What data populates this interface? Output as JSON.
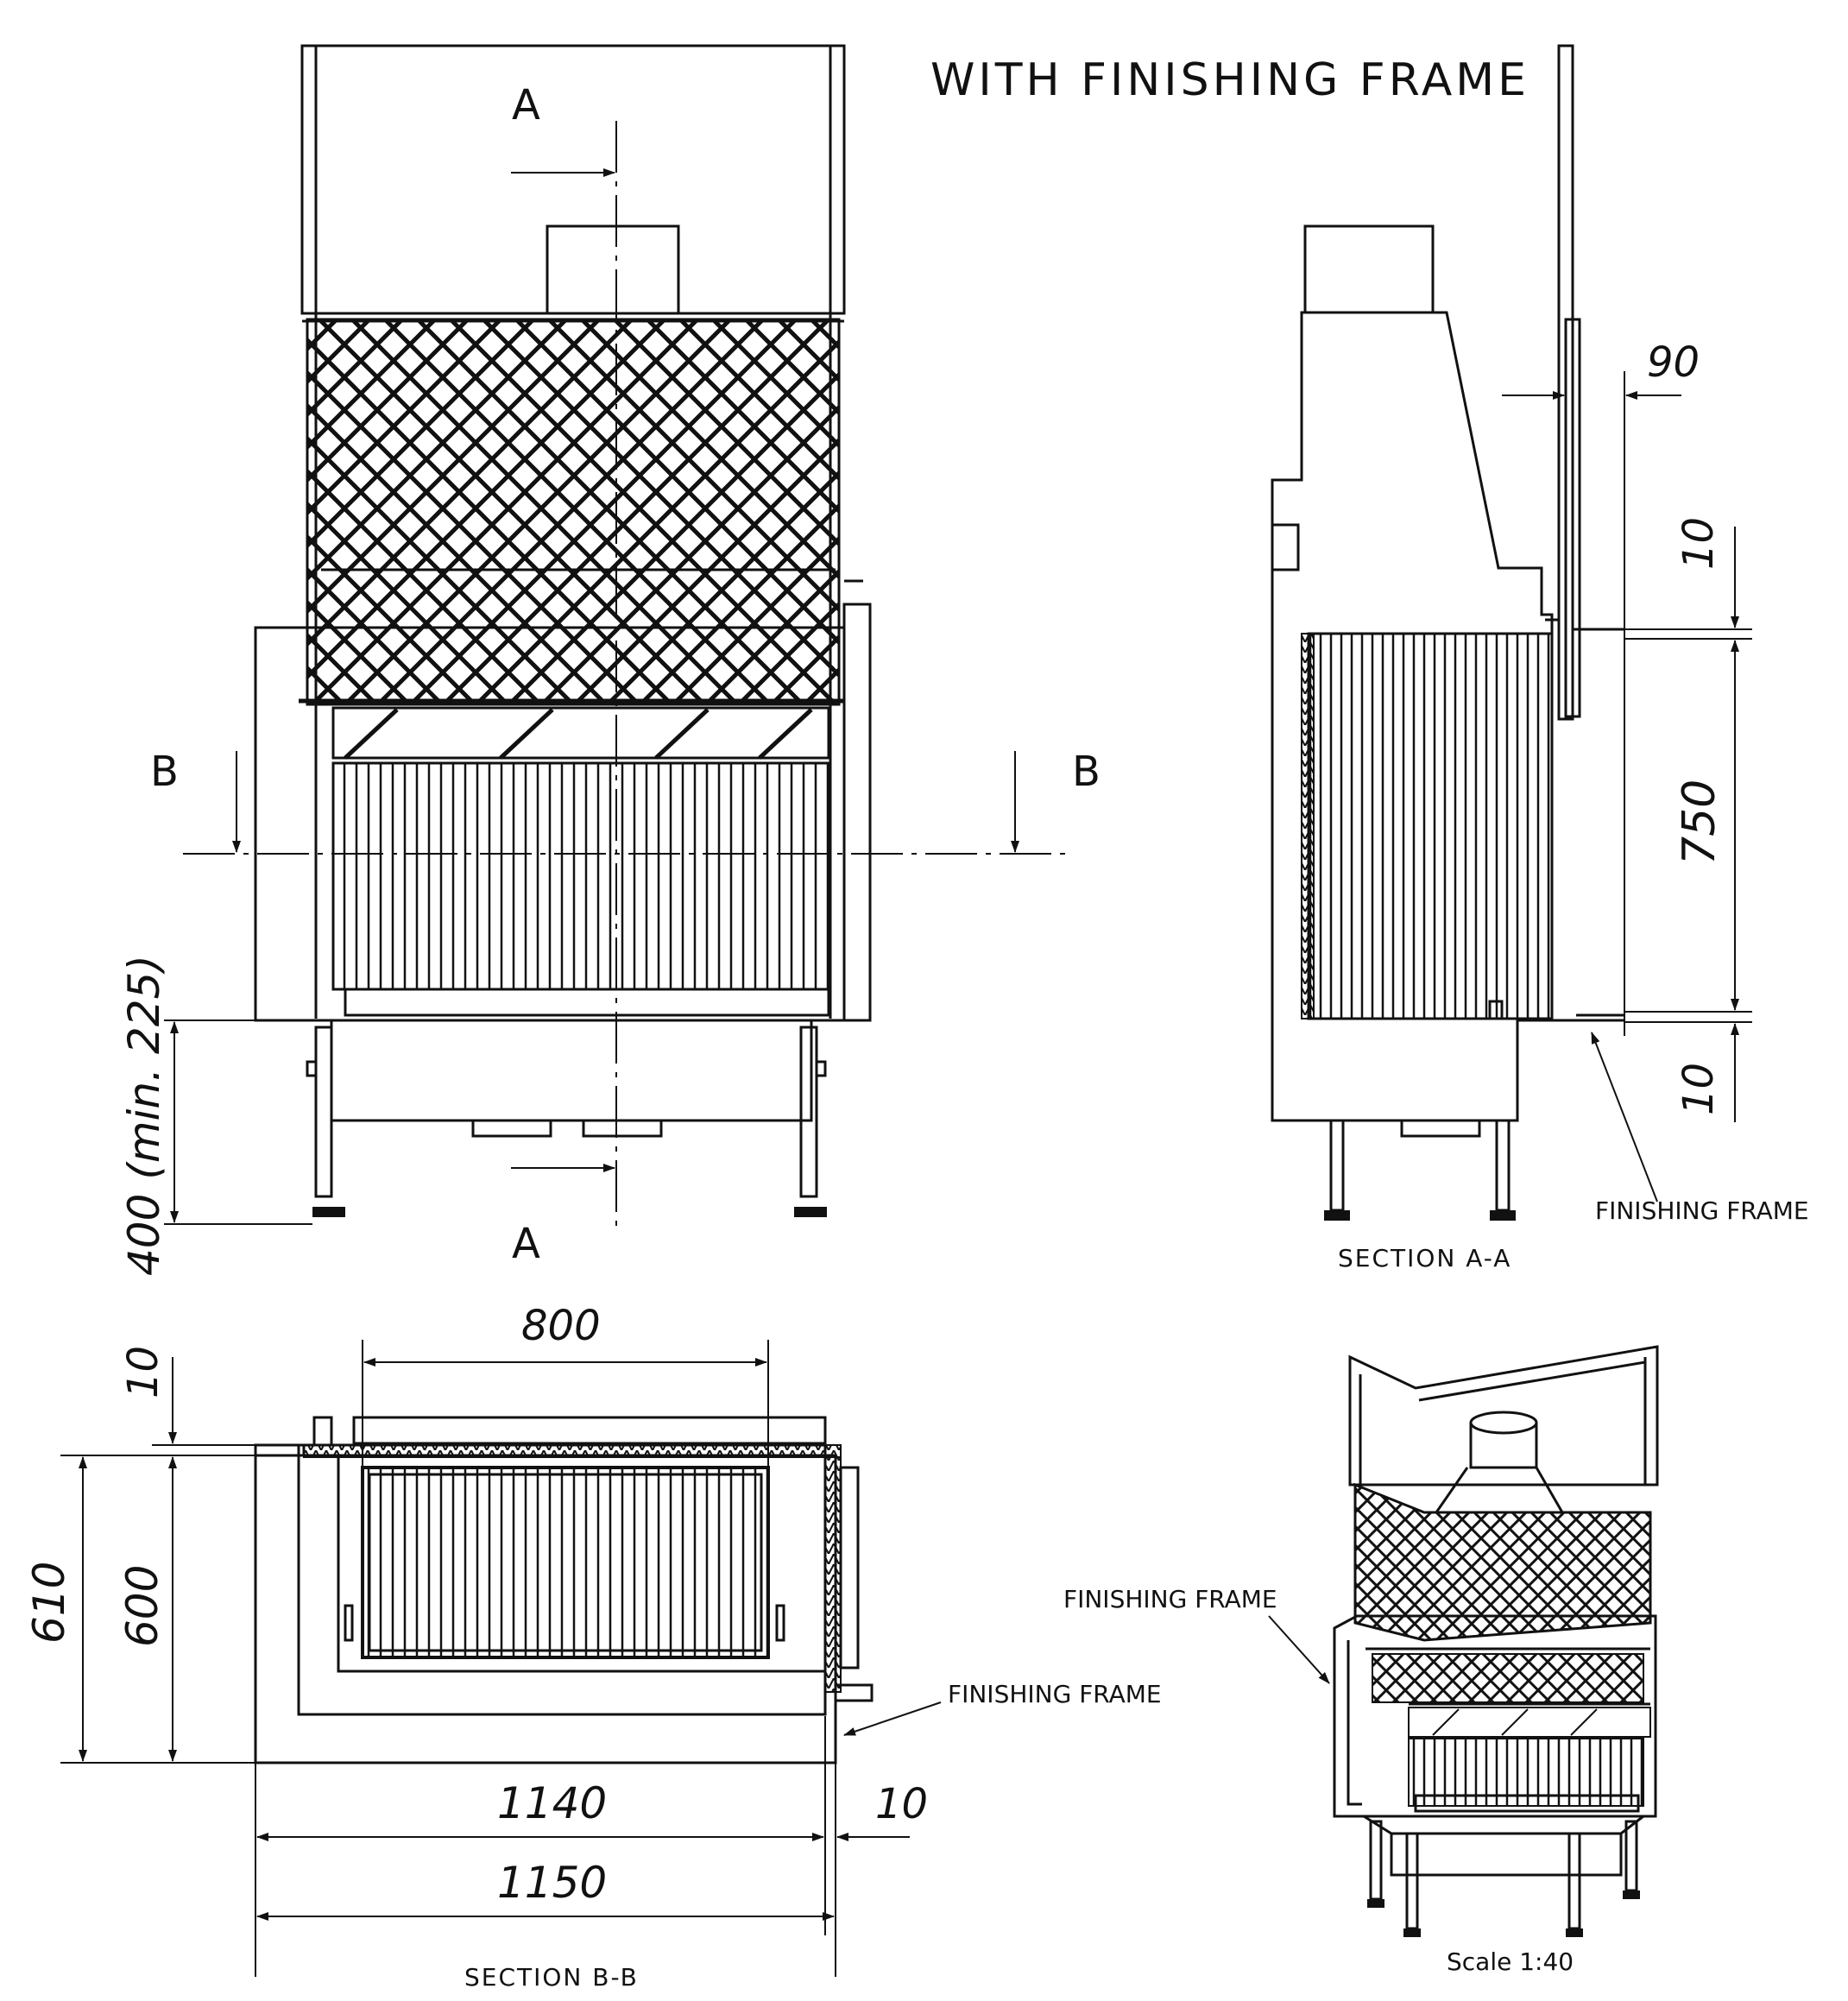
{
  "title": "WITH FINISHING FRAME",
  "section_marks": {
    "a_top": "A",
    "a_bottom": "A",
    "b_left": "B",
    "b_right": "B"
  },
  "front_view": {
    "dim_height": "400 (min. 225)"
  },
  "section_aa": {
    "label": "SECTION A-A",
    "dim_depth": "90",
    "dim_top": "10",
    "dim_opening": "750",
    "dim_bottom": "10",
    "frame_label": "FINISHING FRAME"
  },
  "section_bb": {
    "label": "SECTION B-B",
    "dim_width_top": "800",
    "dim_depth_outer": "610",
    "dim_depth_inner": "600",
    "dim_offset": "10",
    "dim_width_1140": "1140",
    "dim_width_1150": "1150",
    "dim_edge": "10",
    "frame_label": "FINISHING FRAME"
  },
  "iso_view": {
    "frame_label": "FINISHING FRAME",
    "scale": "Scale 1:40"
  }
}
